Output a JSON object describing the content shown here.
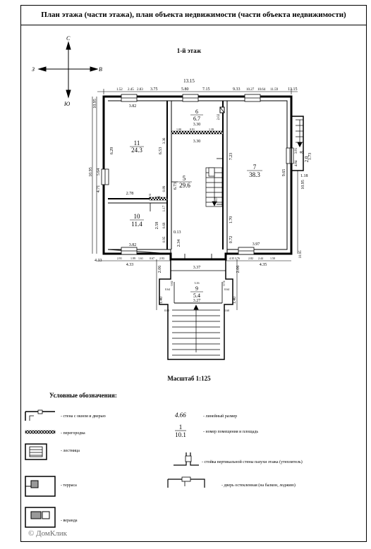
{
  "title": "План этажа (части этажа), план объекта недвижимости (части объекта недвижимости)",
  "floor_label": "1-й этаж",
  "compass": {
    "north": "С",
    "south": "Ю",
    "west": "З",
    "east": "В"
  },
  "scale": "Масштаб 1:125",
  "rooms": [
    {
      "id": "11",
      "num": "11",
      "area": "24.3"
    },
    {
      "id": "6",
      "num": "6",
      "area": "6.7"
    },
    {
      "id": "7",
      "num": "7",
      "area": "38.3"
    },
    {
      "id": "5",
      "num": "5",
      "area": "29.6"
    },
    {
      "id": "10",
      "num": "10",
      "area": "11.4"
    },
    {
      "id": "9",
      "num": "9",
      "area": "5.4"
    },
    {
      "id": "8",
      "num": "8",
      "area": "2.0"
    }
  ],
  "dimensions": {
    "d13_15_top": "13.15",
    "d13_15_right": "13.15",
    "d1_52": "1.52",
    "d2_45": "2.45",
    "d2_83": "2.83",
    "d3_75": "3.75",
    "d5_80": "5.80",
    "d7_15": "7.15",
    "d9_33": "9.33",
    "d10_27": "10.27",
    "d10_64": "10.64",
    "d11_59": "11.59",
    "d10_95_left": "10.95",
    "d3_82_top": "3.82",
    "d6_29": "6.29",
    "d6_53": "6.53",
    "d3_36": "3.36",
    "d5_64": "5.64",
    "d10_95_left2": "10.95",
    "d4_71": "4.71",
    "d2_78": "2.78",
    "d0_89": "0.89",
    "d6_73": "6.73",
    "d0_31": "0.31",
    "d1_08": "1.08",
    "d1_17": "1.17",
    "d2_58": "2.58",
    "d0_69": "0.69",
    "d0_13": "0.13",
    "d0_95": "0.95",
    "d3_82_bot": "3.82",
    "d2_34": "2.34",
    "d3_30a": "3.30",
    "d1_00": "1.00",
    "d0_91": "0.91",
    "d1_39": "1.39",
    "d3_30b": "3.30",
    "d2_02": "2.02",
    "d7_23": "7.23",
    "d9_65": "9.65",
    "d1_70": "1.70",
    "d0_72": "0.72",
    "d3_97": "3.97",
    "d3_81": "3.81",
    "d4_84": "4.84",
    "d1_73": "1.73",
    "d10_95_right": "10.95",
    "d1_18": "1.18",
    "d1_07": "1.07",
    "d4_33a": "4.33",
    "d2_91": "2.91",
    "d1_99": "1.99",
    "d1_61": "1.61",
    "d0_67": "0.67",
    "d2_93": "2.93",
    "d4_33b": "4.33",
    "d4_35_76": "4.35 3.76",
    "d2_82": "2.82",
    "d2_44": "2.44",
    "d1_50": "1.50",
    "d4_35": "4.35",
    "d10_95_br": "10.95",
    "d2_06a": "2.06",
    "d2_06b": "2.06",
    "d3_37": "3.37",
    "d3_16": "3.16",
    "d0_64a": "0.64",
    "d0_64b": "0.64",
    "d3_27": "3.27",
    "d1_40a": "1.40",
    "d1_40b": "1.40",
    "d0_60a": "0.60",
    "d0_60b": "0.60",
    "d0_62": "0.62",
    "d0_74": "0.74"
  },
  "legend": {
    "title": "Условные обозначения:",
    "items": [
      {
        "key": "wall",
        "label": "- стена с окном и дверью"
      },
      {
        "key": "partition",
        "label": "- перегородка"
      },
      {
        "key": "stairs",
        "label": "- лестница"
      },
      {
        "key": "terrace",
        "label": "- терраса"
      },
      {
        "key": "veranda",
        "label": "- веранда"
      },
      {
        "key": "linear",
        "sample": "4.66",
        "label": "- линейный размер"
      },
      {
        "key": "room",
        "sample_num": "1",
        "sample_area": "10.1",
        "label": "- номер помещения и площадь"
      },
      {
        "key": "post",
        "label": "- стойка вертикальной стены пазухи этажа (утеплитель)"
      },
      {
        "key": "glazed_door",
        "label": "- дверь остекленная (на балкон, лоджию)"
      }
    ]
  },
  "watermark": "© ДомКлик"
}
